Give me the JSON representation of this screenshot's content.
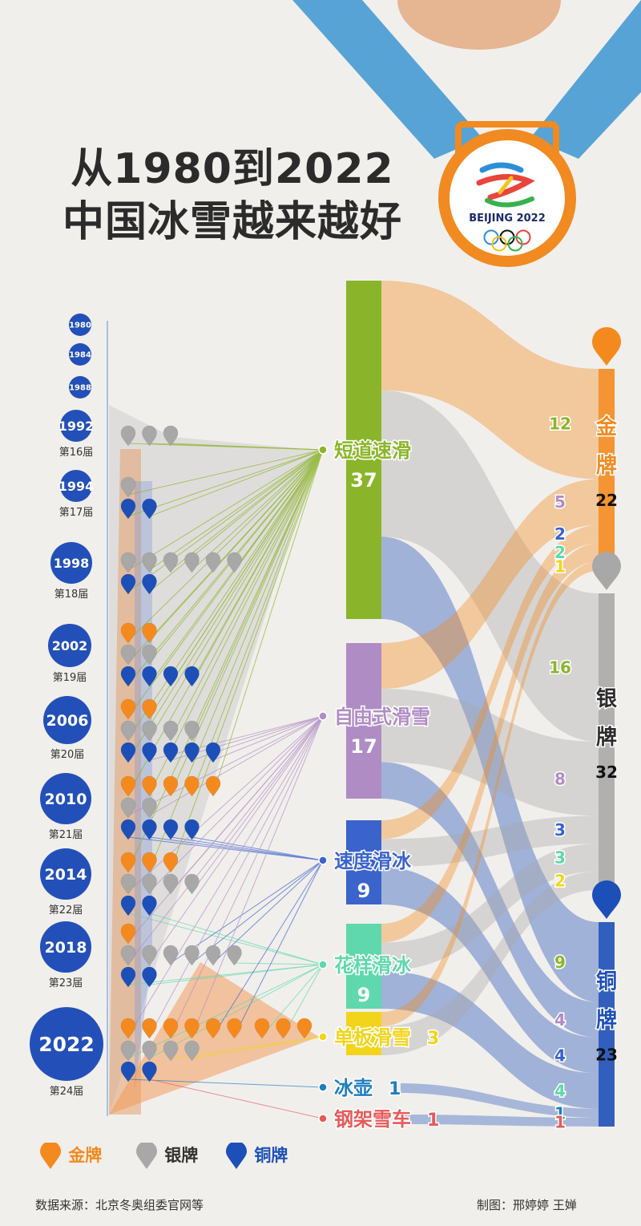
{
  "title": {
    "line1": "从1980到2022",
    "line2": "中国冰雪越来越好"
  },
  "medal_logo": {
    "text": "BEIJING 2022"
  },
  "colors": {
    "gold": "#f48a1e",
    "silver": "#a8a8a8",
    "bronze": "#1d4fb8",
    "short_track": "#8ab52a",
    "freestyle": "#b08cc4",
    "speed": "#3b63cc",
    "figure": "#5fd8ad",
    "snowboard": "#f2d51a",
    "curling": "#1f7fbf",
    "skeleton": "#e85a5a",
    "ribbon": "#57a3d6",
    "medal_ring": "#f08a21"
  },
  "chart_data": {
    "type": "sankey",
    "years": [
      {
        "year": "1980",
        "session": "",
        "gold": 0,
        "silver": 0,
        "bronze": 0
      },
      {
        "year": "1984",
        "session": "",
        "gold": 0,
        "silver": 0,
        "bronze": 0
      },
      {
        "year": "1988",
        "session": "",
        "gold": 0,
        "silver": 0,
        "bronze": 0
      },
      {
        "year": "1992",
        "session": "第16届",
        "gold": 0,
        "silver": 3,
        "bronze": 0
      },
      {
        "year": "1994",
        "session": "第17届",
        "gold": 0,
        "silver": 1,
        "bronze": 2
      },
      {
        "year": "1998",
        "session": "第18届",
        "gold": 0,
        "silver": 6,
        "bronze": 2
      },
      {
        "year": "2002",
        "session": "第19届",
        "gold": 2,
        "silver": 2,
        "bronze": 4
      },
      {
        "year": "2006",
        "session": "第20届",
        "gold": 2,
        "silver": 4,
        "bronze": 5
      },
      {
        "year": "2010",
        "session": "第21届",
        "gold": 5,
        "silver": 2,
        "bronze": 4
      },
      {
        "year": "2014",
        "session": "第22届",
        "gold": 3,
        "silver": 4,
        "bronze": 2
      },
      {
        "year": "2018",
        "session": "第23届",
        "gold": 1,
        "silver": 6,
        "bronze": 2
      },
      {
        "year": "2022",
        "session": "第24届",
        "gold": 9,
        "silver": 4,
        "bronze": 2
      }
    ],
    "sports": [
      {
        "name": "短道速滑",
        "total": 37,
        "gold": 12,
        "silver": 16,
        "bronze": 9
      },
      {
        "name": "自由式滑雪",
        "total": 17,
        "gold": 5,
        "silver": 8,
        "bronze": 4
      },
      {
        "name": "速度滑冰",
        "total": 9,
        "gold": 2,
        "silver": 3,
        "bronze": 4
      },
      {
        "name": "花样滑冰",
        "total": 9,
        "gold": 2,
        "silver": 3,
        "bronze": 4
      },
      {
        "name": "单板滑雪",
        "total": 3,
        "gold": 1,
        "silver": 2,
        "bronze": 0
      },
      {
        "name": "冰壶",
        "total": 1,
        "gold": 0,
        "silver": 0,
        "bronze": 1
      },
      {
        "name": "钢架雪车",
        "total": 1,
        "gold": 0,
        "silver": 0,
        "bronze": 1
      }
    ],
    "medals": [
      {
        "key": "gold",
        "name": "金牌",
        "total": 22
      },
      {
        "key": "silver",
        "name": "银牌",
        "total": 32
      },
      {
        "key": "bronze",
        "name": "铜牌",
        "total": 23
      }
    ]
  },
  "legend": {
    "gold": "金牌",
    "silver": "银牌",
    "bronze": "铜牌"
  },
  "footer": {
    "source": "数据来源：北京冬奥组委官网等",
    "credit": "制图：邢婷婷  王婵"
  }
}
